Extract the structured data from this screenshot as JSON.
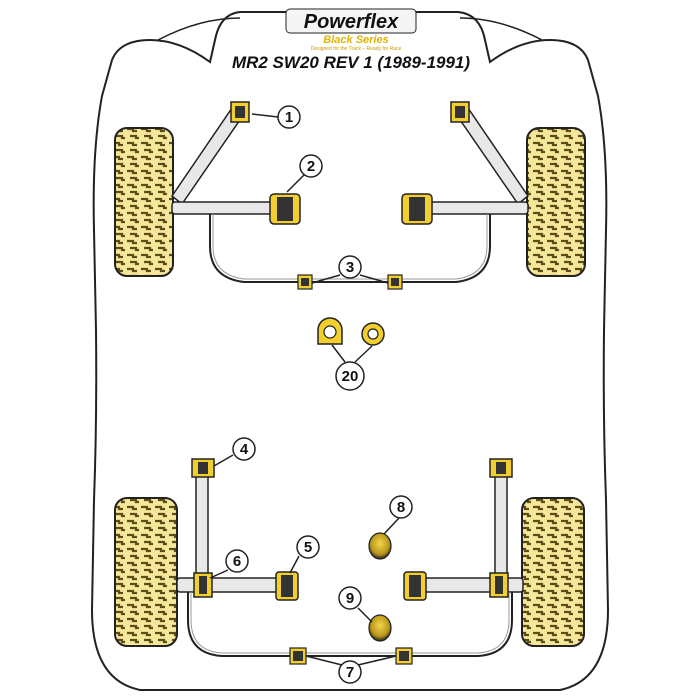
{
  "brand": {
    "name": "Powerflex",
    "series": "Black Series",
    "tagline": "Designed for the Track – Ready for Race"
  },
  "title": "MR2 SW20 REV 1 (1989-1991)",
  "colors": {
    "outline": "#222222",
    "tyre_fill": "#f7e79a",
    "tyre_pattern": "#6a5c1d",
    "bushing_yellow": "#f2cf2d",
    "bushing_dark": "#333333",
    "arm_fill": "#e8e8e8"
  },
  "callouts": [
    "1",
    "2",
    "3",
    "20",
    "4",
    "5",
    "6",
    "8",
    "9",
    "7"
  ]
}
